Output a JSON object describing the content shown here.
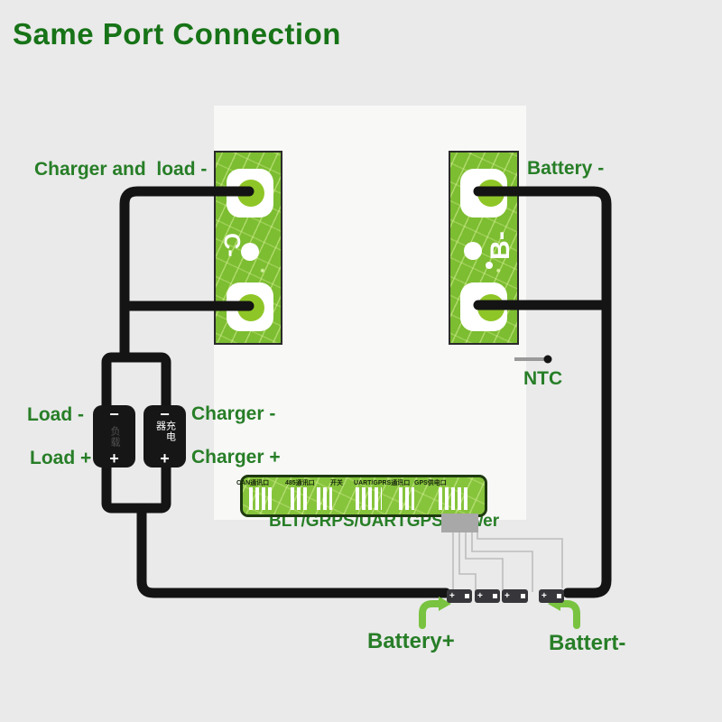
{
  "title": "Same Port Connection",
  "pcb": {
    "pad_left_label": "C-",
    "pad_right_label": "B-"
  },
  "labels": {
    "charger_and_load": "Charger and  load -",
    "battery_minus": "Battery -",
    "ntc": "NTC",
    "load_minus": "Load -",
    "load_plus": "Load +",
    "charger_minus": "Charger -",
    "charger_plus": "Charger +",
    "blt_power": "BLT/GRPS/UARTGPS Power",
    "battery_plus": "Battery+",
    "battert_minus": "Battert-"
  },
  "components": {
    "load": {
      "minus": "−",
      "name": "负载",
      "plus": "+"
    },
    "charger": {
      "minus": "−",
      "name": "充电器",
      "plus": "+"
    }
  },
  "strip": {
    "ports": [
      "CAN通讯口",
      "485通讯口",
      "开关",
      "UART/GPRS通讯口",
      "GPS供电口"
    ]
  },
  "bottom_connectors": {
    "marks": [
      "+",
      "+",
      "+",
      "+"
    ]
  },
  "colors": {
    "title_green": "#177317",
    "label_green": "#277e27",
    "pcb_green": "#7cbd31",
    "pad_dot_green": "#8fc627",
    "wire_black": "#141414",
    "arrow_green": "#79c340",
    "thin_wire_gray": "#bcbcbc"
  }
}
